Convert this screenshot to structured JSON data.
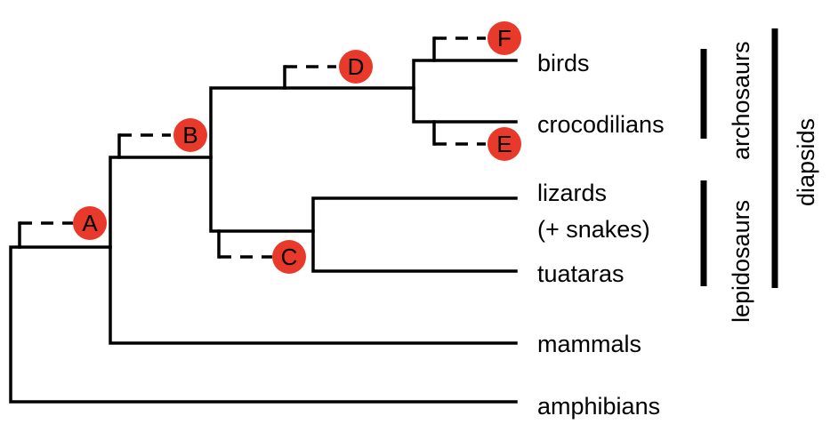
{
  "taxa": {
    "birds": "birds",
    "crocodilians": "crocodilians",
    "lizards_line1": "lizards",
    "lizards_line2": "(+ snakes)",
    "tuataras": "tuataras",
    "mammals": "mammals",
    "amphibians": "amphibians"
  },
  "markers": {
    "a": "A",
    "b": "B",
    "c": "C",
    "d": "D",
    "e": "E",
    "f": "F"
  },
  "groups": {
    "archosaurs": "archosaurs",
    "lepidosaurs": "lepidosaurs",
    "diapsids": "diapsids"
  },
  "colors": {
    "marker_fill": "#e8392b",
    "line": "#000000"
  }
}
